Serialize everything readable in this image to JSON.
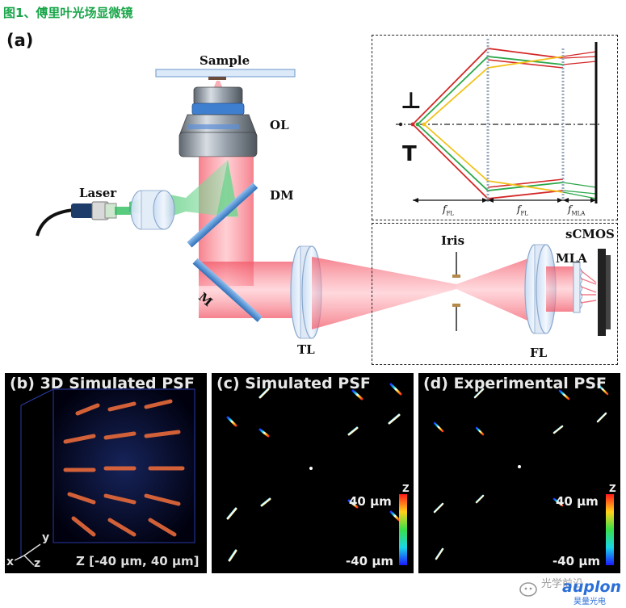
{
  "caption": "图1、傅里叶光场显微镜",
  "panel_a": {
    "label": "(a)",
    "components": {
      "sample": "Sample",
      "ol": "OL",
      "laser": "Laser",
      "dm": "DM",
      "m": "M",
      "tl": "TL",
      "iris": "Iris",
      "fl": "FL",
      "mla": "MLA",
      "scmos": "sCMOS"
    },
    "inset": {
      "perp_top": "⊥",
      "perp_bottom": "T",
      "f_fl_1": "f",
      "f_fl_1_sub": "FL",
      "f_fl_2": "f",
      "f_fl_2_sub": "FL",
      "f_mla": "f",
      "f_mla_sub": "MLA"
    }
  },
  "panel_b": {
    "title": "(b) 3D Simulated PSF",
    "z_range": "Z [-40 μm, 40 μm]",
    "axes": {
      "x": "x",
      "y": "y",
      "z": "z"
    }
  },
  "panel_c": {
    "title": "(c)   Simulated PSF",
    "colorbar_label": "Z",
    "colorbar_top": "40 μm",
    "colorbar_bottom": "-40 μm"
  },
  "panel_d": {
    "title": "(d) Experimental PSF",
    "colorbar_label": "Z",
    "colorbar_top": "40 μm",
    "colorbar_bottom": "-40 μm"
  },
  "watermark": {
    "left": "光学前沿",
    "brand": "auplon",
    "brand_cn": "昊量光电"
  },
  "colors": {
    "caption_green": "#1aa64a",
    "beam_red": "#f04050",
    "beam_green": "#39c86a",
    "ray_yellow": "#f2c21b",
    "mirror_blue": "#4a8fd8"
  }
}
